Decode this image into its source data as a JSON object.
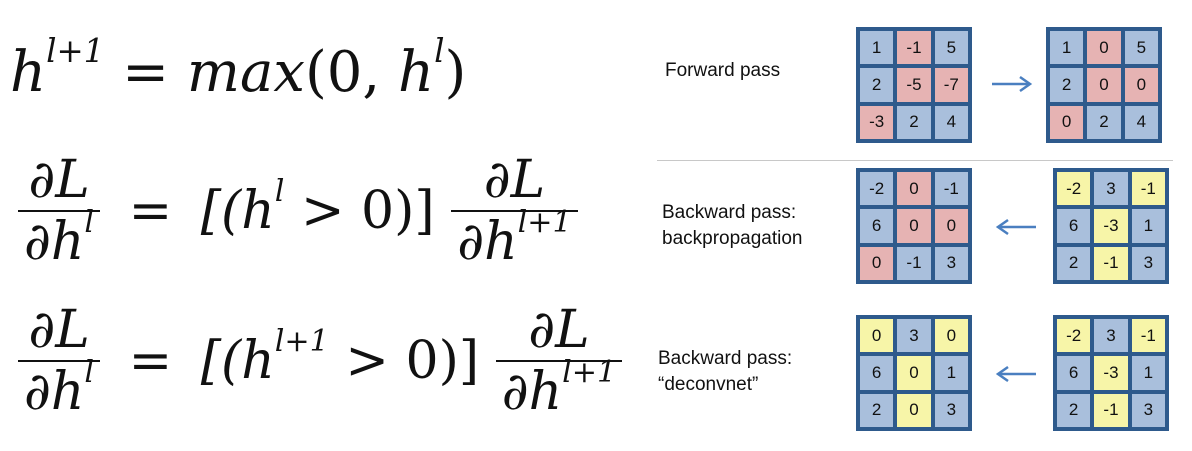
{
  "colors": {
    "blue": "#a9bfdc",
    "pink": "#e6b3b3",
    "yellow": "#f7f5a8",
    "border": "#2e5a8c",
    "arrow": "#4a7fc0"
  },
  "equations": {
    "eq1": {
      "h": "h",
      "sup_lp1": "l+1",
      "eq": "=",
      "max": "max",
      "open": "(0,",
      "h2": "h",
      "sup_l": "l",
      "close": ")"
    },
    "eq2": {
      "num_left": "∂L",
      "den_left": "∂h",
      "sup_l": "l",
      "eq": "=",
      "bracket_open": "[(h",
      "sup_l2": "l",
      "cond": " > 0)]",
      "num_right": "∂L",
      "den_right": "∂h",
      "sup_lp1": "l+1"
    },
    "eq3": {
      "num_left": "∂L",
      "den_left": "∂h",
      "sup_l": "l",
      "eq": "=",
      "bracket_open": "[(h",
      "sup_lp1_a": "l+1",
      "cond": " > 0)]",
      "num_right": "∂L",
      "den_right": "∂h",
      "sup_lp1_b": "l+1"
    }
  },
  "rows": [
    {
      "label_lines": [
        "Forward pass"
      ],
      "arrow": "right",
      "left_grid": {
        "values": [
          "1",
          "-1",
          "5",
          "2",
          "-5",
          "-7",
          "-3",
          "2",
          "4"
        ],
        "colors": [
          "blue",
          "pink",
          "blue",
          "blue",
          "pink",
          "pink",
          "pink",
          "blue",
          "blue"
        ]
      },
      "right_grid": {
        "values": [
          "1",
          "0",
          "5",
          "2",
          "0",
          "0",
          "0",
          "2",
          "4"
        ],
        "colors": [
          "blue",
          "pink",
          "blue",
          "blue",
          "pink",
          "pink",
          "pink",
          "blue",
          "blue"
        ]
      }
    },
    {
      "label_lines": [
        "Backward pass:",
        "backpropagation"
      ],
      "arrow": "left",
      "left_grid": {
        "values": [
          "-2",
          "0",
          "-1",
          "6",
          "0",
          "0",
          "0",
          "-1",
          "3"
        ],
        "colors": [
          "blue",
          "pink",
          "blue",
          "blue",
          "pink",
          "pink",
          "pink",
          "blue",
          "blue"
        ]
      },
      "right_grid": {
        "values": [
          "-2",
          "3",
          "-1",
          "6",
          "-3",
          "1",
          "2",
          "-1",
          "3"
        ],
        "colors": [
          "yellow",
          "blue",
          "yellow",
          "blue",
          "yellow",
          "blue",
          "blue",
          "yellow",
          "blue"
        ]
      }
    },
    {
      "label_lines": [
        "Backward pass:",
        "“deconvnet”"
      ],
      "arrow": "left",
      "left_grid": {
        "values": [
          "0",
          "3",
          "0",
          "6",
          "0",
          "1",
          "2",
          "0",
          "3"
        ],
        "colors": [
          "yellow",
          "blue",
          "yellow",
          "blue",
          "yellow",
          "blue",
          "blue",
          "yellow",
          "blue"
        ]
      },
      "right_grid": {
        "values": [
          "-2",
          "3",
          "-1",
          "6",
          "-3",
          "1",
          "2",
          "-1",
          "3"
        ],
        "colors": [
          "yellow",
          "blue",
          "yellow",
          "blue",
          "yellow",
          "blue",
          "blue",
          "yellow",
          "blue"
        ]
      }
    }
  ]
}
